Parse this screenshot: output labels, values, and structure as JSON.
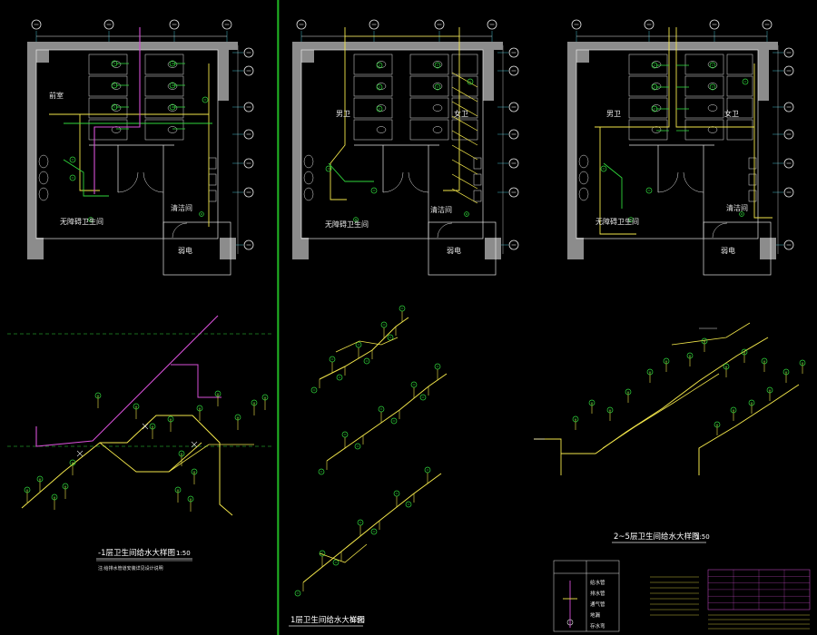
{
  "colors": {
    "background": "#000000",
    "wall": "#8c8c8c",
    "line": "#e6e6e6",
    "supply": "#f2e64a",
    "drain": "#2fd63b",
    "riser": "#d64fd6",
    "divider": "#27d62a",
    "dim": "#42b8c8"
  },
  "plans": [
    {
      "rooms": {
        "left_room": "前室",
        "accessible_wc": "无障碍卫生间",
        "cleaning_room": "清洁间",
        "electric_room": "弱电"
      }
    },
    {
      "rooms": {
        "left_room": "男卫",
        "right_room": "女卫",
        "accessible_wc": "无障碍卫生间",
        "cleaning_room": "清洁间",
        "electric_room": "弱电"
      }
    },
    {
      "rooms": {
        "left_room": "男卫",
        "right_room": "女卫",
        "accessible_wc": "无障碍卫生间",
        "cleaning_room": "清洁间",
        "electric_room": "弱电"
      }
    }
  ],
  "titles": {
    "system_a": "-1层卫生间给水大样图",
    "system_a_scale": "1:50",
    "system_a_note": "注:给排水管道安装详见设计说明",
    "system_b": "1层卫生间给水大样图",
    "system_b_scale": "1:50",
    "system_c": "2~5层卫生间给水大样图",
    "system_c_scale": "1:50"
  },
  "legend": {
    "rows": [
      "给水管",
      "排水管",
      "通气管",
      "地漏",
      "存水弯"
    ]
  },
  "icons": [
    "axis-bubble-icon",
    "floor-drain-icon",
    "valve-icon"
  ]
}
